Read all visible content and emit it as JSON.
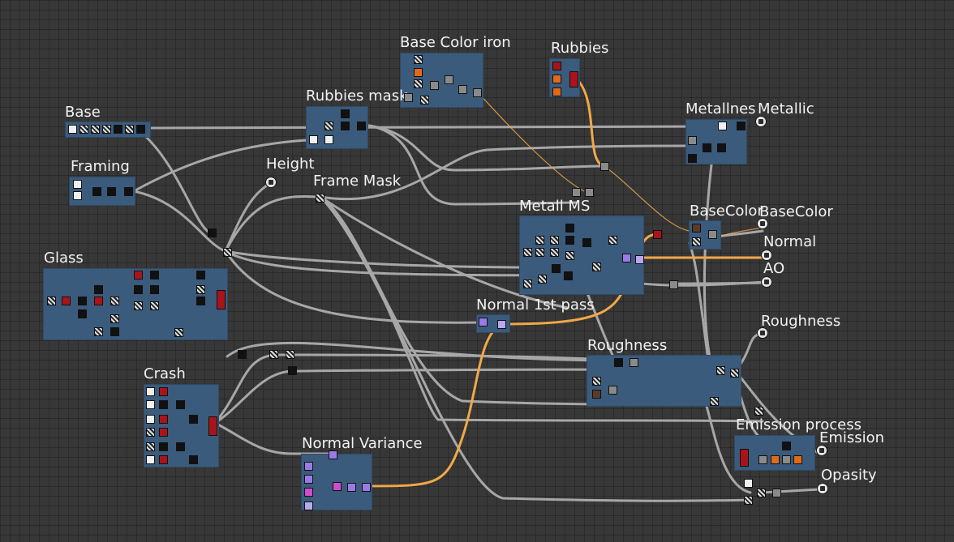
{
  "frames": {
    "base": "Base",
    "framing": "Framing",
    "glass": "Glass",
    "crash": "Crash",
    "rubbies_mask": "Rubbies mask",
    "base_color_iron": "Base Color iron",
    "rubbies": "Rubbies",
    "frame_mask": "Frame Mask",
    "metall_ms": "Metall MS",
    "normal_1st_pass": "Normal 1st pass",
    "normal_variance": "Normal Variance",
    "roughness": "Roughness",
    "metallnes": "Metallnes",
    "basecolor": "BaseColor",
    "emission_process": "Emission process"
  },
  "outputs": {
    "height": "Height",
    "metallic": "Metallic",
    "basecolor": "BaseColor",
    "normal": "Normal",
    "ao": "AO",
    "roughness": "Roughness",
    "emission": "Emission",
    "opasity": "Opasity"
  },
  "colors": {
    "background": "#373737",
    "frame": "#3a5b7b",
    "link": "#b4b4b4",
    "normal_link": "#f0a848"
  }
}
